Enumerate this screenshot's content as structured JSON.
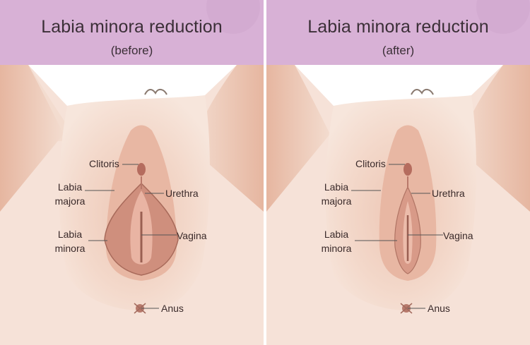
{
  "colors": {
    "header": "#d8b1d6",
    "skin": "#f1d3c3",
    "skin_dark": "#d9a48e",
    "tissue": "#c98a7a",
    "line": "#555555"
  },
  "panels": [
    {
      "title": "Labia minora reduction",
      "subtitle": "(before)",
      "labels": {
        "clitoris": "Clitoris",
        "labia_majora_1": "Labia",
        "labia_majora_2": "majora",
        "urethra": "Urethra",
        "labia_minora_1": "Labia",
        "labia_minora_2": "minora",
        "vagina": "Vagina",
        "anus": "Anus"
      }
    },
    {
      "title": "Labia minora reduction",
      "subtitle": "(after)",
      "labels": {
        "clitoris": "Clitoris",
        "labia_majora_1": "Labia",
        "labia_majora_2": "majora",
        "urethra": "Urethra",
        "labia_minora_1": "Labia",
        "labia_minora_2": "minora",
        "vagina": "Vagina",
        "anus": "Anus"
      }
    }
  ]
}
